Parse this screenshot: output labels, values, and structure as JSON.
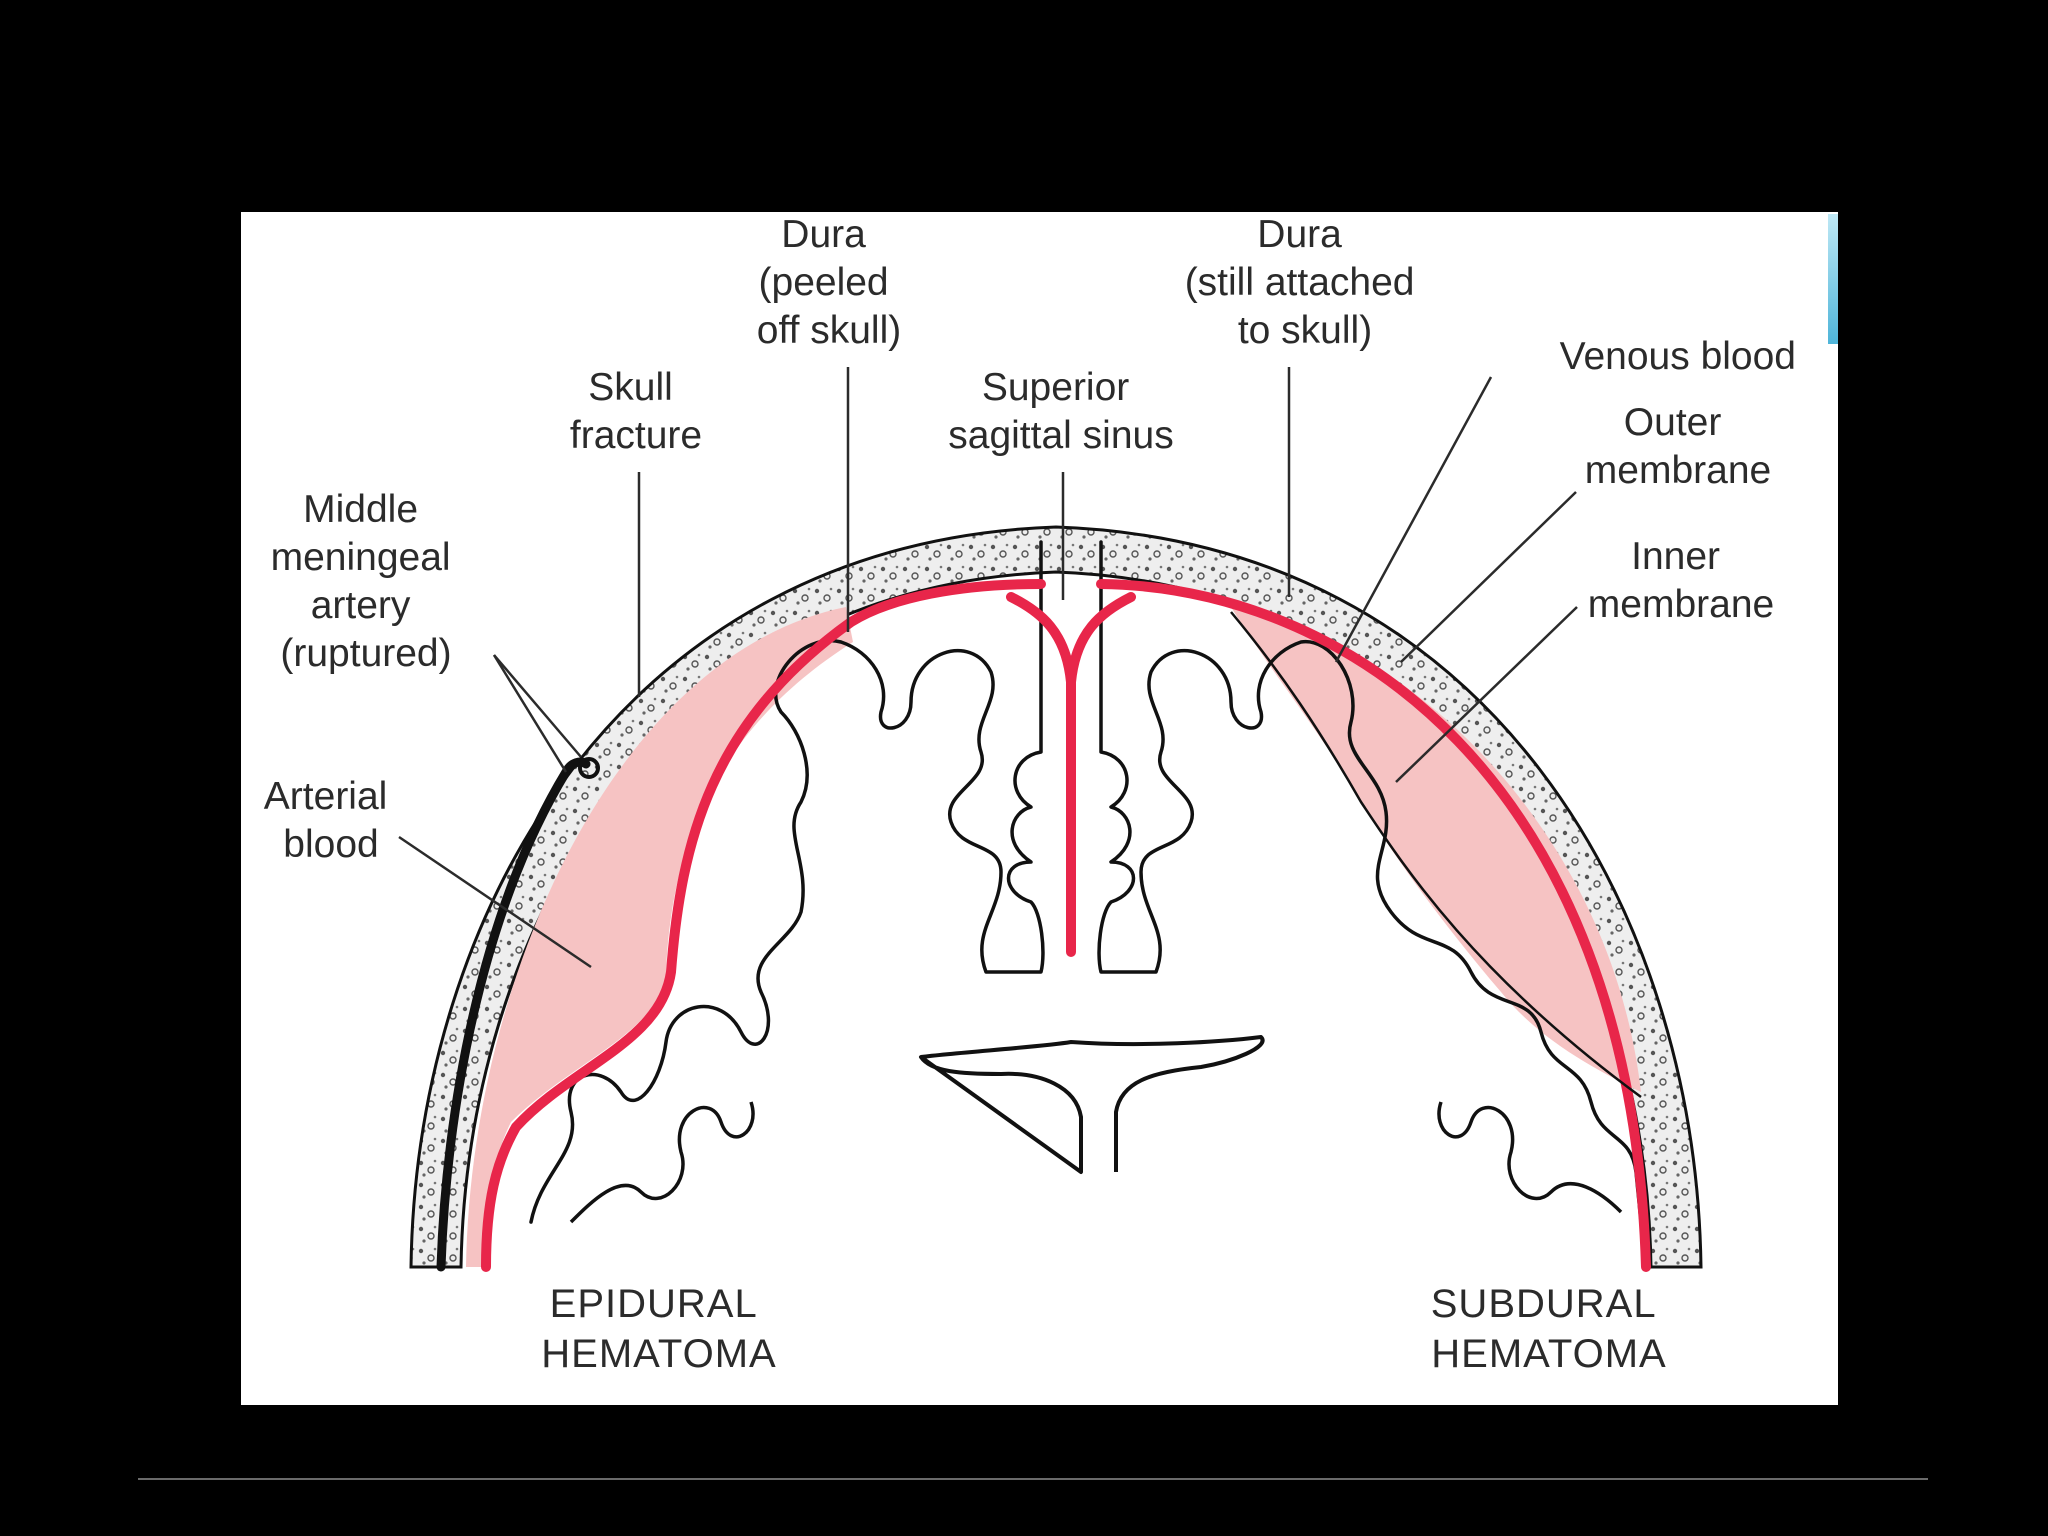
{
  "labels": {
    "dura_peeled": [
      "Dura",
      "(peeled",
      "off skull)"
    ],
    "dura_attached": [
      "Dura",
      "(still attached",
      "to skull)"
    ],
    "skull_fracture": [
      "Skull",
      "fracture"
    ],
    "superior_sagittal_sinus": [
      "Superior",
      "sagittal sinus"
    ],
    "venous_blood": [
      "Venous blood"
    ],
    "outer_membrane": [
      "Outer",
      "membrane"
    ],
    "inner_membrane": [
      "Inner",
      "membrane"
    ],
    "middle_meningeal_artery": [
      "Middle",
      "meningeal",
      "artery",
      "(ruptured)"
    ],
    "arterial_blood": [
      "Arterial",
      "blood"
    ],
    "epidural_hematoma": [
      "EPIDURAL",
      "HEMATOMA"
    ],
    "subdural_hematoma": [
      "SUBDURAL",
      "HEMATOMA"
    ]
  },
  "colors": {
    "background": "#000000",
    "panel": "#ffffff",
    "dura_red": "#e8264a",
    "hematoma_pink": "#f6c3c3",
    "skull_fill": "#eeeeee",
    "outline": "#111111",
    "footer_rule": "#6a6a6a"
  }
}
